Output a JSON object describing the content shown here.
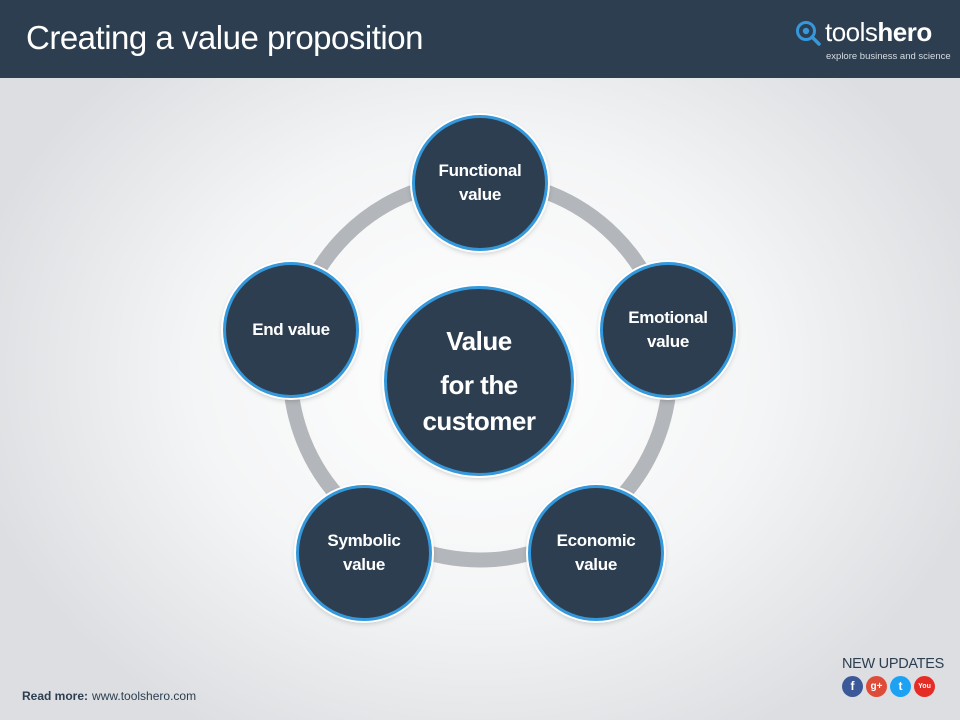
{
  "header": {
    "title": "Creating a value proposition",
    "logo_word_light": "tools",
    "logo_word_bold": "hero",
    "logo_tagline": "explore business and science"
  },
  "diagram": {
    "center": {
      "line1": "Value",
      "line2": "for the",
      "line3": "customer"
    },
    "nodes": [
      {
        "label": "Functional\nvalue"
      },
      {
        "label": "Emotional\nvalue"
      },
      {
        "label": "Economic\nvalue"
      },
      {
        "label": "Symbolic\nvalue"
      },
      {
        "label": "End value"
      }
    ]
  },
  "footer": {
    "read_more_label": "Read more:",
    "read_more_url": "www.toolshero.com",
    "updates_title": "NEW UPDATES",
    "social": [
      {
        "name": "facebook-icon",
        "glyph": "f",
        "color": "#3b5998"
      },
      {
        "name": "google-plus-icon",
        "glyph": "g+",
        "color": "#dd4b39"
      },
      {
        "name": "twitter-icon",
        "glyph": "t",
        "color": "#1da1f2"
      },
      {
        "name": "youtube-icon",
        "glyph": "You",
        "color": "#e52d27"
      }
    ]
  },
  "colors": {
    "header_bg": "#2c3e50",
    "node_fill": "#2c3e50",
    "node_border": "#3498db",
    "ring": "#b3b6ba"
  }
}
